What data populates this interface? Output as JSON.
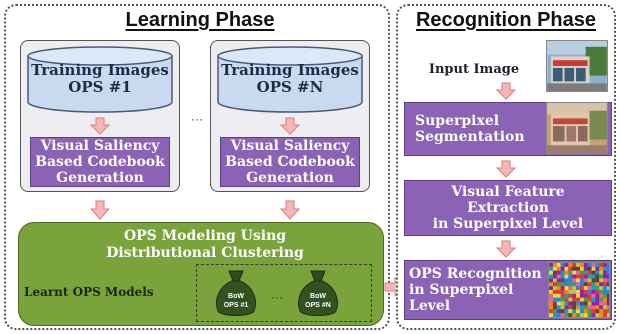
{
  "learning": {
    "title": "Learning Phase",
    "training_1": "Training Images\nOPS #1",
    "training_n": "Training Images\nOPS #N",
    "codebook_1": "Visual Saliency\nBased Codebook\nGeneration",
    "codebook_n": "Visual Saliency\nBased Codebook\nGeneration",
    "ellipsis": "···",
    "modeling": "OPS Modeling Using\nDistributional Clustering",
    "learnt_models": "Learnt OPS Models",
    "bag_1": "BoW\nOPS #1",
    "bag_n": "BoW\nOPS #N",
    "bag_ellipsis": "···"
  },
  "recognition": {
    "title": "Recognition Phase",
    "input_image": "Input Image",
    "superpixel_seg": "Superpixel\nSegmentation",
    "feature_extraction": "Visual Feature\nExtraction\nin Superpixel Level",
    "ops_recognition": "OPS Recognition\nin Superpixel\nLevel"
  },
  "colors": {
    "purple": "#8a63b5",
    "green": "#7aa33c",
    "arrow": "#f4b6b6",
    "arrow_stroke": "#e07b7b",
    "cylinder": "#c9daf0"
  }
}
